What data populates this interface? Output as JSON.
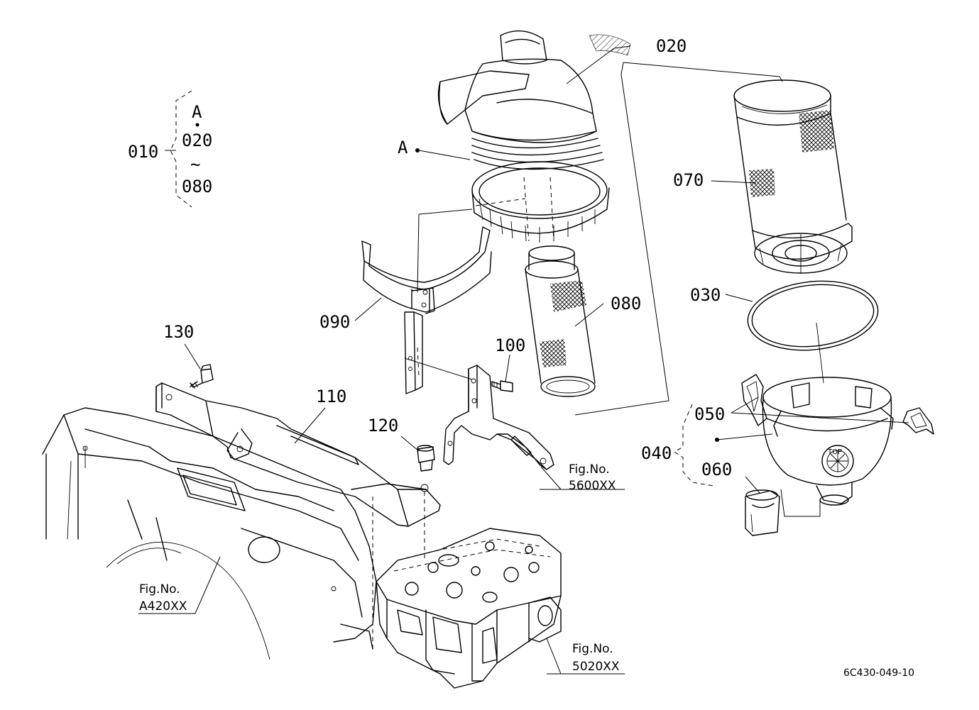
{
  "parts": {
    "p010": "010",
    "p020": "020",
    "p030": "030",
    "p040": "040",
    "p050": "050",
    "p060": "060",
    "p070": "070",
    "p080": "080",
    "p090": "090",
    "p100": "100",
    "p110": "110",
    "p120": "120",
    "p130": "130"
  },
  "assembly_group": {
    "top": "A",
    "mid": "020",
    "tilde": "~",
    "bottom": "080"
  },
  "point_a_label": "A",
  "references": {
    "fig_prefix": "Fig.No.",
    "ref_5600": "5600XX",
    "ref_a420": "A420XX",
    "ref_5020": "5020XX"
  },
  "drawing_code": "6C430-049-10",
  "logo_text": "TOP"
}
